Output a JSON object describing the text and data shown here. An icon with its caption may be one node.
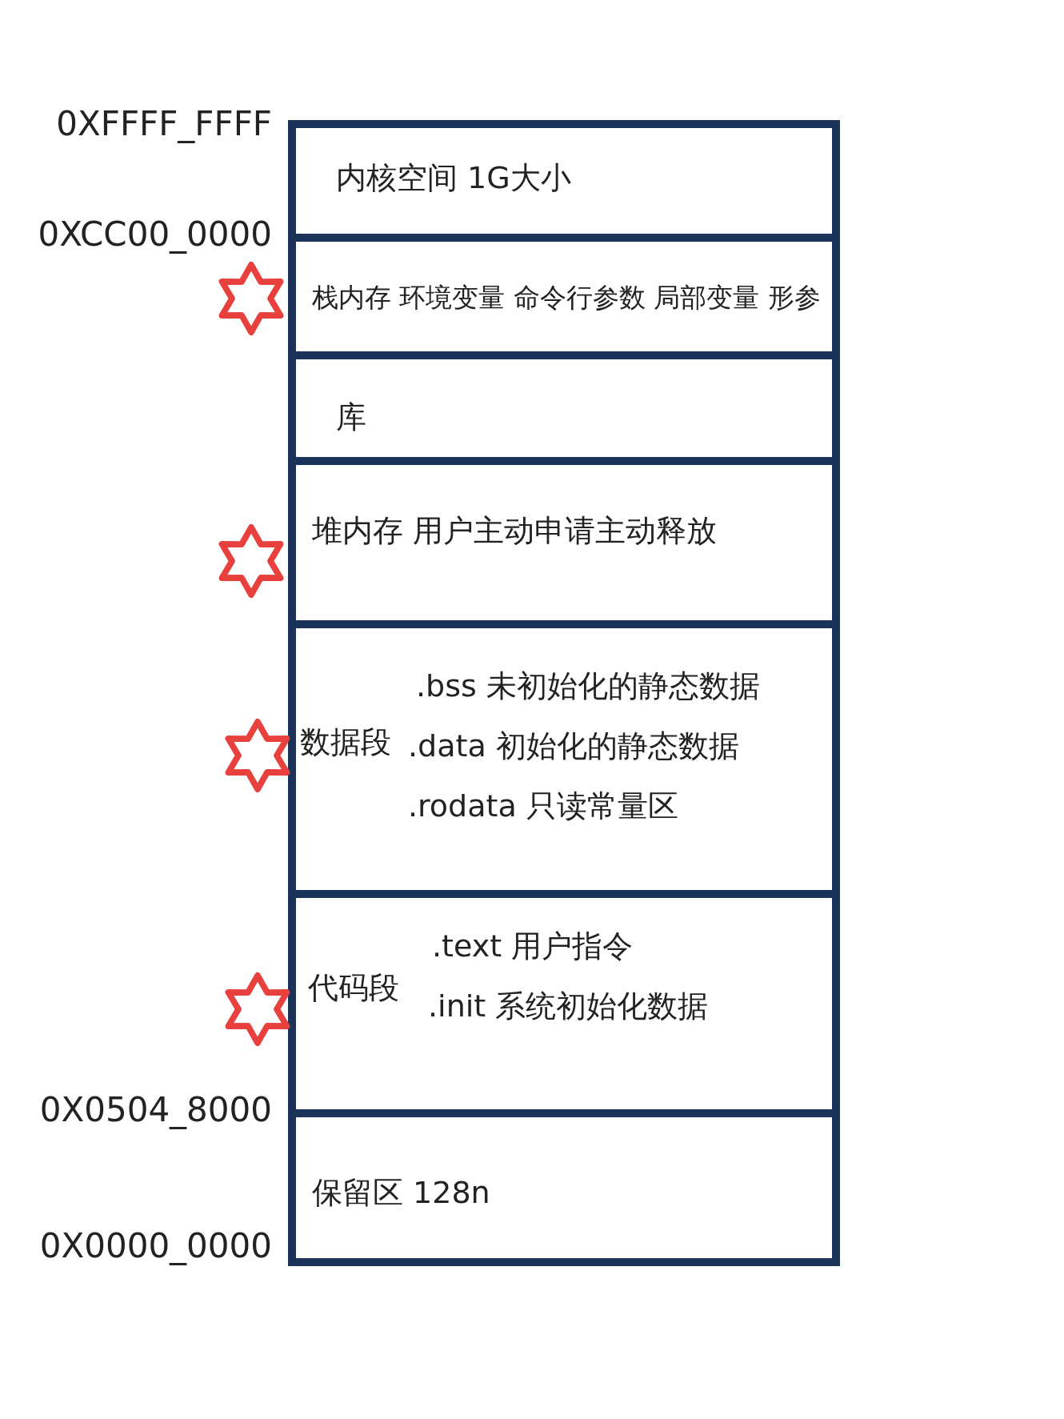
{
  "diagram": {
    "nodes": [
      {
        "text": [
          "内核空间 1G大小"
        ]
      },
      {
        "text": [
          "栈内存 环境变量 命令行参数 局部变量 形参"
        ]
      },
      {
        "text": [
          "库"
        ]
      },
      {
        "text": [
          "堆内存 用户主动申请主动释放"
        ]
      },
      {
        "text": [
          "数据段",
          ".bss 未初始化的静态数据",
          ".data 初始化的静态数据",
          ".rodata 只读常量区"
        ]
      },
      {
        "text": [
          "代码段",
          ".text 用户指令",
          ".init 系统初始化数据"
        ]
      },
      {
        "text": [
          "保留区 128n"
        ]
      }
    ],
    "labels": [
      "0XFFFF_FFFF",
      "0XCC00_0000",
      "0X0504_8000",
      "0X0000_0000"
    ]
  }
}
